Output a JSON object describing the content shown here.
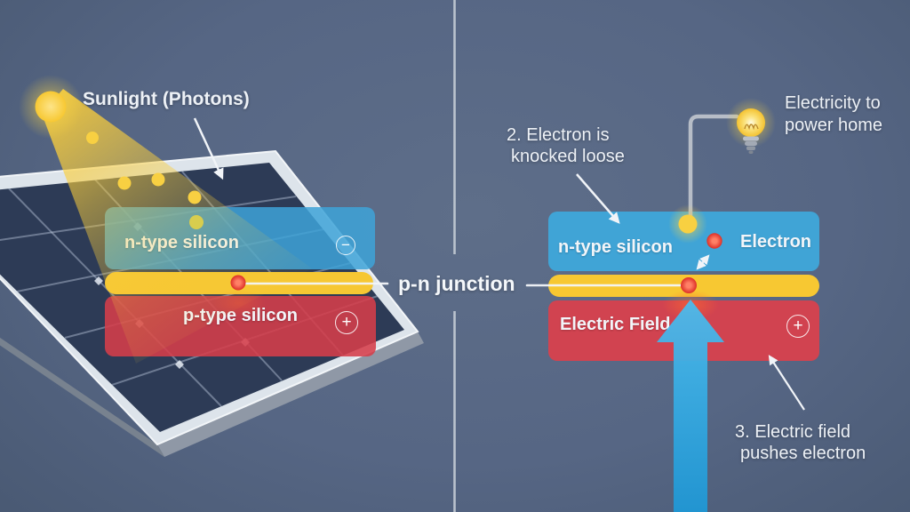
{
  "title": "How a solar panel generates electricity (p-n junction diagram)",
  "colors": {
    "background_center": "#5e6e89",
    "background_edge": "#404f69",
    "n_type_blue": "#3fa6d8",
    "junction_yellow": "#f6c733",
    "p_type_red": "#d6424d",
    "field_arrow_blue": "#3bb1e7",
    "sun_yellow": "#f8cf3b",
    "electron_red": "#e0362e",
    "panel_cell_navy": "#2d3b56",
    "panel_frame": "#dde4eb",
    "wire_gray": "#b7bdc7",
    "text": "#edf1f6"
  },
  "icons": {
    "sun": "sun-icon",
    "lightbulb": "lightbulb-icon",
    "photon": "photon-dot",
    "electron": "electron-dot",
    "field_arrow": "up-arrow"
  },
  "left_panel": {
    "sunlight_label": "Sunlight (Photons)",
    "n_type_label": "n-type silicon",
    "n_type_charge": "−",
    "p_type_label": "p-type silicon",
    "p_type_charge": "+"
  },
  "junction": {
    "label": "p-n junction"
  },
  "right_panel": {
    "step2_label_line1": "2. Electron is",
    "step2_label_line2": "knocked loose",
    "electricity_label_line1": "Electricity to",
    "electricity_label_line2": "power home",
    "n_type_label": "n-type silicon",
    "electron_label": "Electron",
    "electric_field_label": "Electric Field",
    "electric_field_charge": "+",
    "step3_label_line1": "3. Electric field",
    "step3_label_line2": "pushes electron"
  }
}
